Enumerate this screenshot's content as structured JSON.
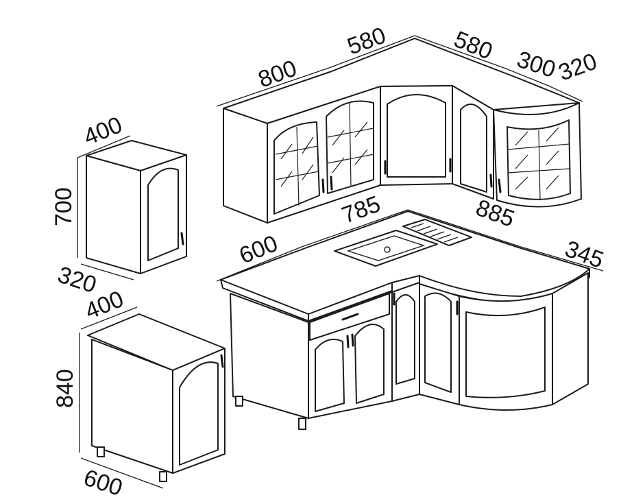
{
  "dimensions": {
    "wall_cabinet_width": "400",
    "wall_cabinet_height": "700",
    "wall_cabinet_depth": "320",
    "base_cabinet_width": "400",
    "base_cabinet_height": "840",
    "base_cabinet_depth": "600",
    "upper_run_left": "800",
    "upper_corner_a": "580",
    "upper_corner_b": "580",
    "upper_end_a": "300",
    "upper_end_b": "320",
    "counter_depth": "600",
    "counter_sink_run": "785",
    "counter_right_run": "885",
    "counter_end": "345"
  }
}
